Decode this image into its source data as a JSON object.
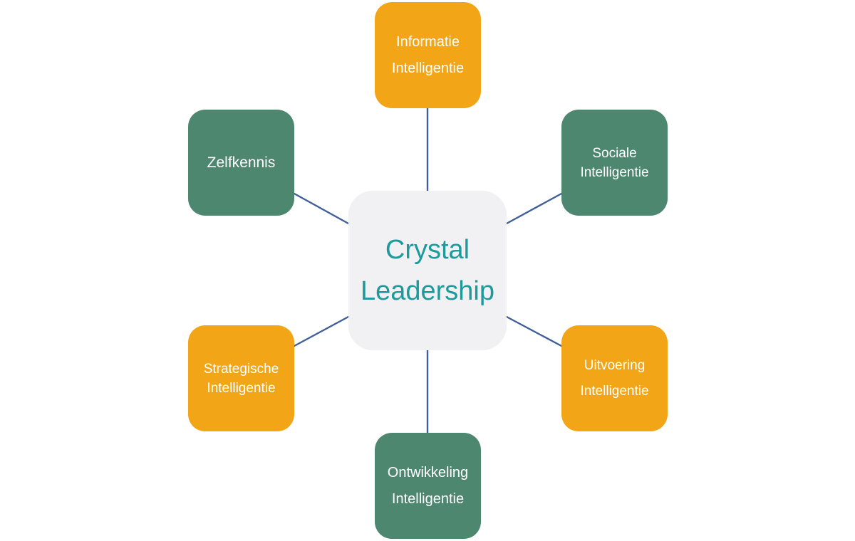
{
  "diagram": {
    "center": {
      "lines": [
        "Crystal",
        "Leadership"
      ]
    },
    "nodes": {
      "informatie": {
        "lines": [
          "Informatie",
          "Intelligentie"
        ]
      },
      "zelfkennis": {
        "lines": [
          "Zelfkennis"
        ]
      },
      "sociale": {
        "lines": [
          "Sociale",
          "Intelligentie"
        ]
      },
      "strategische": {
        "lines": [
          "Strategische",
          "Intelligentie"
        ]
      },
      "uitvoering": {
        "lines": [
          "Uitvoering",
          "Intelligentie"
        ]
      },
      "ontwikkeling": {
        "lines": [
          "Ontwikkeling",
          "Intelligentie"
        ]
      }
    },
    "colors": {
      "orange": "#f2a516",
      "green": "#4e8770",
      "center_background": "#f1f0f2",
      "center_text": "#1d9a9c",
      "connector": "#3f5f9a"
    }
  }
}
